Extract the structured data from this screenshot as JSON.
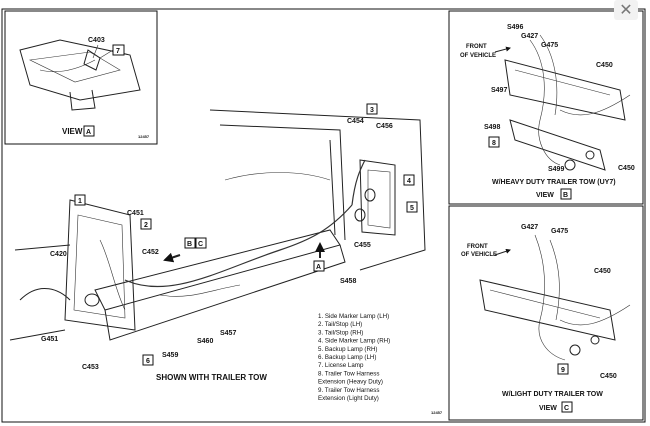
{
  "close_glyph": "✕",
  "view_a": {
    "title": "VIEW",
    "letter": "A",
    "connector": "C403",
    "callout": "7",
    "code": "12457"
  },
  "view_b": {
    "front_line1": "FRONT",
    "front_line2": "OF VEHICLE",
    "labels": [
      "S496",
      "G427",
      "G475",
      "C450",
      "S497",
      "S498",
      "S499",
      "C450"
    ],
    "callout": "8",
    "caption": "W/HEAVY DUTY TRAILER TOW (UY7)",
    "title": "VIEW",
    "letter": "B"
  },
  "view_c": {
    "front_line1": "FRONT",
    "front_line2": "OF VEHICLE",
    "labels": [
      "G427",
      "G475",
      "C450",
      "C450"
    ],
    "callout": "9",
    "caption": "W/LIGHT DUTY TRAILER TOW",
    "title": "VIEW",
    "letter": "C"
  },
  "main": {
    "labels": {
      "c454": "C454",
      "c456": "C456",
      "c455": "C455",
      "s458": "S458",
      "c451": "C451",
      "c452": "C452",
      "c420": "C420",
      "g451": "G451",
      "c453": "C453",
      "s459": "S459",
      "s460": "S460",
      "s457": "S457"
    },
    "callouts": [
      "1",
      "2",
      "3",
      "4",
      "5",
      "6"
    ],
    "view_refs": [
      "B",
      "C",
      "A"
    ],
    "caption": "SHOWN WITH TRAILER TOW",
    "code": "12457"
  },
  "legend": [
    "1.  Side Marker Lamp (LH)",
    "2.  Tail/Stop (LH)",
    "3.  Tail/Stop (RH)",
    "4.  Side Marker Lamp (RH)",
    "5.  Backup Lamp (RH)",
    "6.  Backup Lamp (LH)",
    "7.  License Lamp",
    "8.  Trailer Tow Harness",
    "     Extension (Heavy Duty)",
    "9.  Trailer Tow Harness",
    "     Extension (Light Duty)"
  ]
}
